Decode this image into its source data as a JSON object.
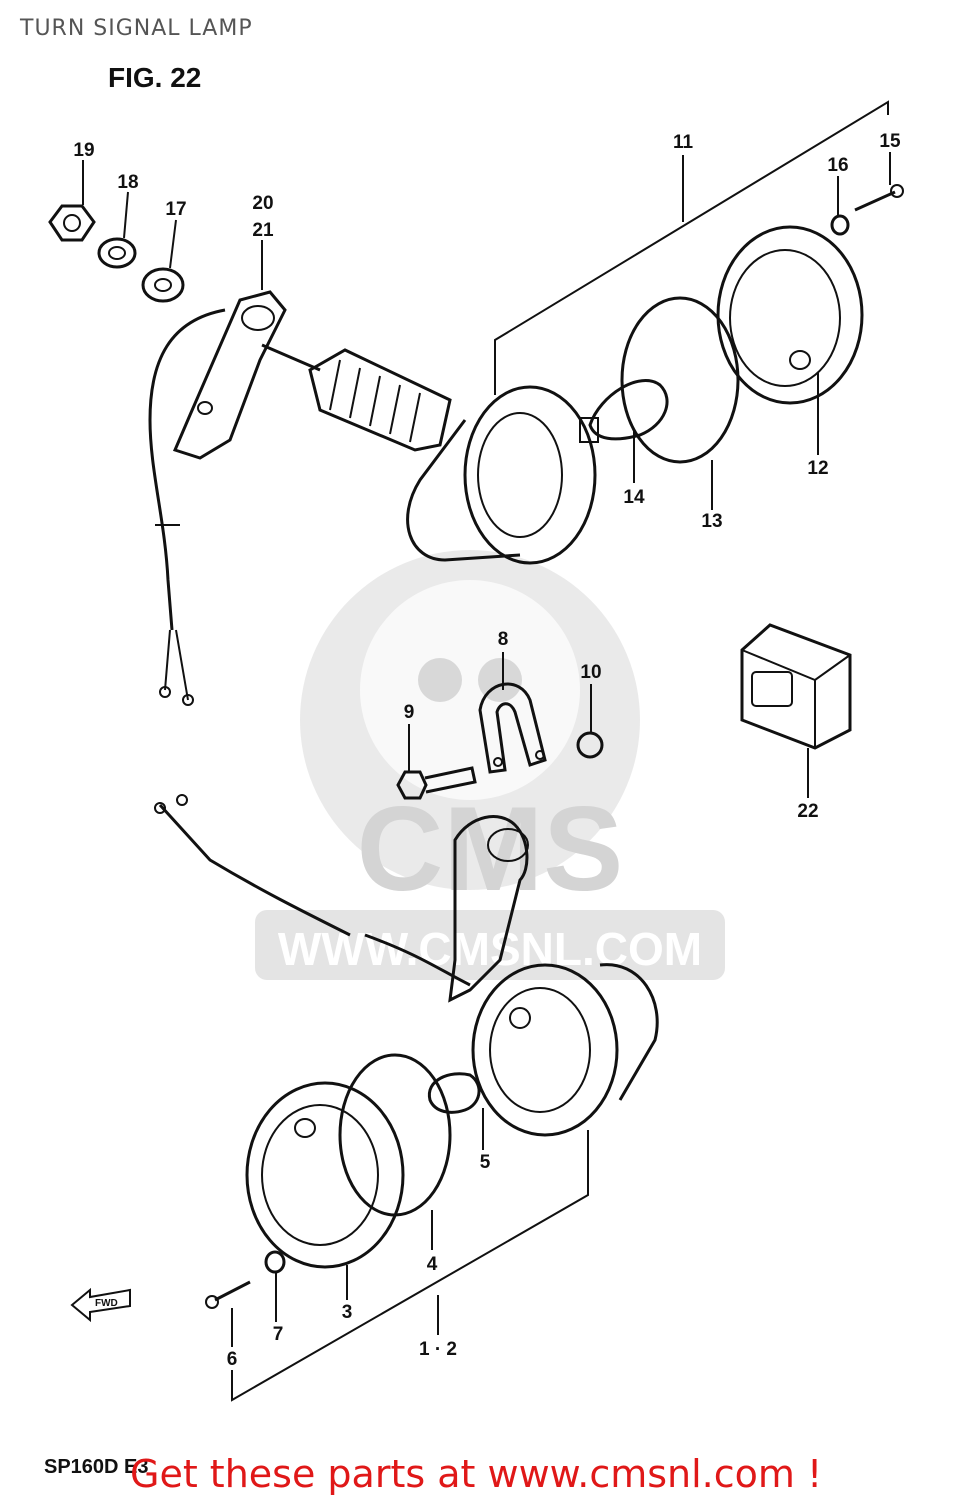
{
  "header": {
    "title": "TURN SIGNAL LAMP",
    "figure": "FIG. 22"
  },
  "watermark": {
    "brand": "CMS",
    "url": "WWW.CMSNL.COM"
  },
  "callouts": [
    {
      "id": "c1",
      "label": "1 · 2"
    },
    {
      "id": "c3",
      "label": "3"
    },
    {
      "id": "c4",
      "label": "4"
    },
    {
      "id": "c5",
      "label": "5"
    },
    {
      "id": "c6",
      "label": "6"
    },
    {
      "id": "c7",
      "label": "7"
    },
    {
      "id": "c8",
      "label": "8"
    },
    {
      "id": "c9",
      "label": "9"
    },
    {
      "id": "c10",
      "label": "10"
    },
    {
      "id": "c11",
      "label": "11"
    },
    {
      "id": "c12",
      "label": "12"
    },
    {
      "id": "c13",
      "label": "13"
    },
    {
      "id": "c14",
      "label": "14"
    },
    {
      "id": "c15",
      "label": "15"
    },
    {
      "id": "c16",
      "label": "16"
    },
    {
      "id": "c17",
      "label": "17"
    },
    {
      "id": "c18",
      "label": "18"
    },
    {
      "id": "c19",
      "label": "19"
    },
    {
      "id": "c20",
      "label": "20"
    },
    {
      "id": "c21",
      "label": "21"
    },
    {
      "id": "c22",
      "label": "22"
    }
  ],
  "fwd_marker": "FWD",
  "footer": {
    "model_code": "SP160D E3",
    "promo": "Get these parts at www.cmsnl.com !"
  }
}
